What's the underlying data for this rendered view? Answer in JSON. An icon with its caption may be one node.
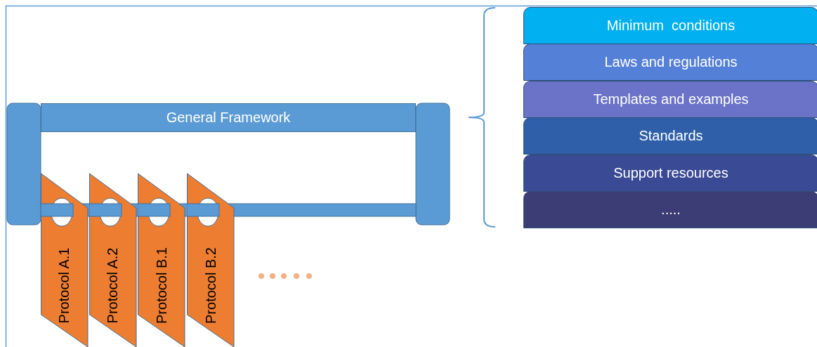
{
  "diagram": {
    "nodes": [
      {
        "text": [
          "General Framework"
        ]
      },
      {
        "text": [
          "Protocol A.1"
        ]
      },
      {
        "text": [
          "Protocol A.2"
        ]
      },
      {
        "text": [
          "Protocol B.1"
        ]
      },
      {
        "text": [
          "Protocol B.2"
        ]
      },
      {
        "text": [
          "Minimum  conditions"
        ]
      },
      {
        "text": [
          "Laws and regulations"
        ]
      },
      {
        "text": [
          "Templates and examples"
        ]
      },
      {
        "text": [
          "Standards"
        ]
      },
      {
        "text": [
          "Support resources"
        ]
      },
      {
        "text": [
          "....."
        ]
      }
    ]
  }
}
